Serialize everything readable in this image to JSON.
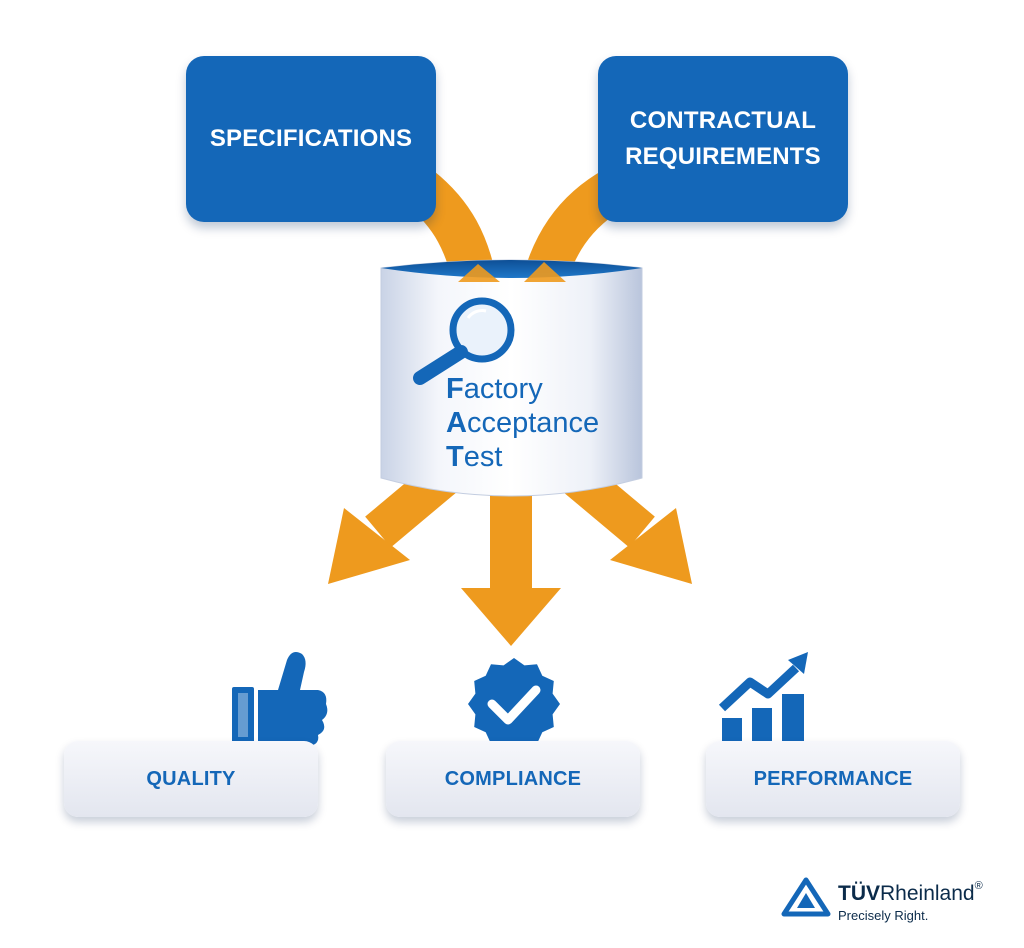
{
  "colors": {
    "primary_blue": "#1467b8",
    "arrow_orange": "#ee9a1e",
    "output_box_gray": "#e9ebf2",
    "brand_text": "#0b2b4a"
  },
  "inputs": [
    {
      "lines": [
        "SPECIFICATIONS"
      ]
    },
    {
      "lines": [
        "CONTRACTUAL",
        "REQUIREMENTS"
      ]
    }
  ],
  "center": {
    "icon": "magnifier-icon",
    "lines": [
      {
        "initial": "F",
        "rest": "actory"
      },
      {
        "initial": "A",
        "rest": "cceptance"
      },
      {
        "initial": "T",
        "rest": "est"
      }
    ]
  },
  "outputs": [
    {
      "label": "QUALITY",
      "icon": "thumbs-up-icon"
    },
    {
      "label": "COMPLIANCE",
      "icon": "check-badge-icon"
    },
    {
      "label": "PERFORMANCE",
      "icon": "bar-chart-growth-icon"
    }
  ],
  "brand": {
    "icon": "tuv-triangle-logo-icon",
    "name_bold": "TÜV",
    "name_regular": "Rheinland",
    "registered": "®",
    "tagline": "Precisely Right."
  }
}
